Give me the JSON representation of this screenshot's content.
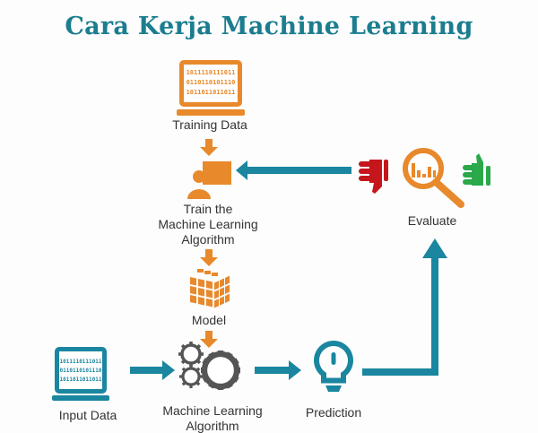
{
  "title": "Cara Kerja Machine Learning",
  "nodes": {
    "training_data": {
      "label": "Training Data",
      "bits": [
        "1011110111011",
        "0110110101110",
        "1011011011011"
      ]
    },
    "train": {
      "label_lines": [
        "Train the",
        "Machine Learning",
        "Algorithm"
      ]
    },
    "model": {
      "label": "Model"
    },
    "input_data": {
      "label": "Input Data",
      "bits": [
        "1011110111011",
        "0110110101110",
        "1011011011011"
      ]
    },
    "ml_algorithm": {
      "label_lines": [
        "Machine Learning",
        "Algorithm"
      ]
    },
    "prediction": {
      "label": "Prediction"
    },
    "evaluate": {
      "label": "Evaluate"
    }
  },
  "colors": {
    "title": "#1b7d8f",
    "orange": "#e8892b",
    "teal": "#1a86a0",
    "gray": "#555555",
    "red": "#c4161c",
    "green": "#2aa84a"
  }
}
